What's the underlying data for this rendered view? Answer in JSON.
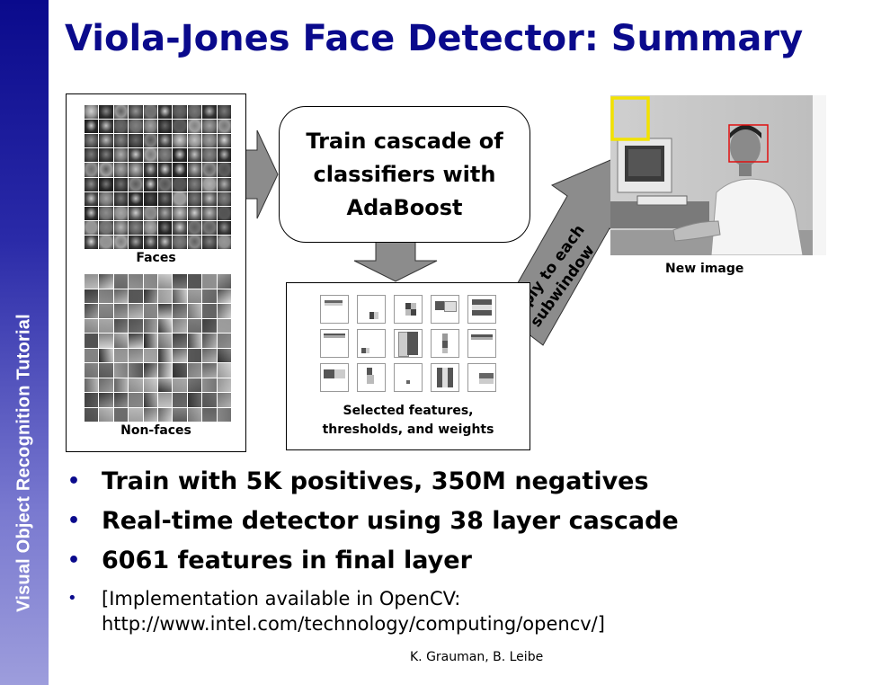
{
  "sidebar": {
    "text": "Visual Object Recognition Tutorial"
  },
  "title": "Viola-Jones Face Detector: Summary",
  "diagram": {
    "faces_label": "Faces",
    "nonfaces_label": "Non-faces",
    "train_box": "Train cascade of\nclassifiers with\nAdaBoost",
    "features_caption": "Selected features,\nthresholds, and weights",
    "apply_label": "Apply to each\nsubwindow",
    "new_image_label": "New image"
  },
  "bullets": [
    "Train with 5K positives, 350M negatives",
    "Real-time detector using 38 layer cascade",
    "6061 features in final layer"
  ],
  "note": {
    "line1": "[Implementation available in OpenCV:",
    "line2": "http://www.intel.com/technology/computing/opencv/]"
  },
  "credit": "K. Grauman, B. Leibe",
  "colors": {
    "title": "#0a0a8c",
    "sidebar_top": "#0a0a8c",
    "sidebar_bottom": "#9d9ddc",
    "arrow_fill": "#8c8c8c",
    "window_yellow": "#f2e200",
    "face_box_red": "#e01010"
  }
}
